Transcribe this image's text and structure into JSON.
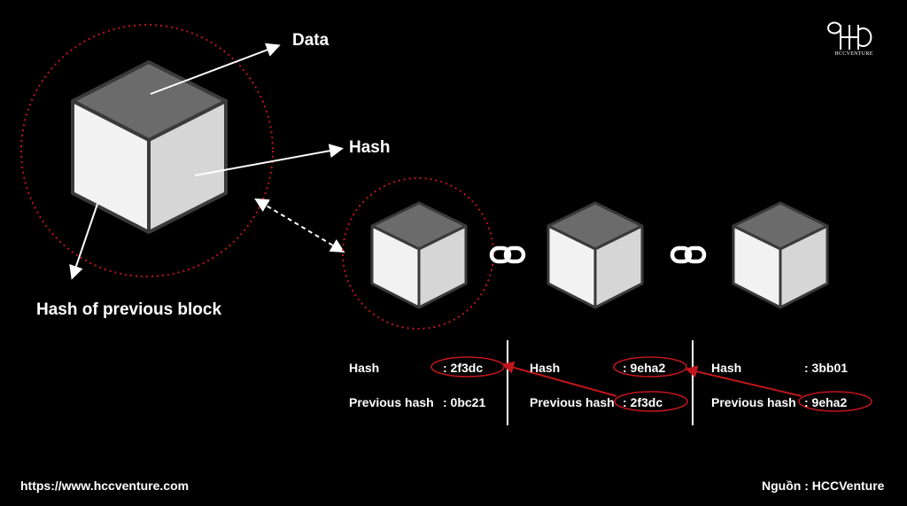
{
  "labels": {
    "data": "Data",
    "hash": "Hash",
    "prev_block": "Hash of previous block"
  },
  "blocks": [
    {
      "hash_label": "Hash",
      "hash_value": ": 2f3dc",
      "prev_label": "Previous hash",
      "prev_value": ": 0bc21"
    },
    {
      "hash_label": "Hash",
      "hash_value": ": 9eha2",
      "prev_label": "Previous hash",
      "prev_value": ": 2f3dc"
    },
    {
      "hash_label": "Hash",
      "hash_value": ": 3bb01",
      "prev_label": "Previous hash",
      "prev_value": ": 9eha2"
    }
  ],
  "footer": {
    "url": "https://www.hccventure.com",
    "source": "Nguồn : HCCVenture"
  },
  "logo": {
    "text": "HCCVENTURE"
  },
  "colors": {
    "background": "#000000",
    "cube_top": "#6b6b6b",
    "cube_left": "#f2f2f2",
    "cube_right": "#d6d6d6",
    "highlight": "#c0161c"
  }
}
